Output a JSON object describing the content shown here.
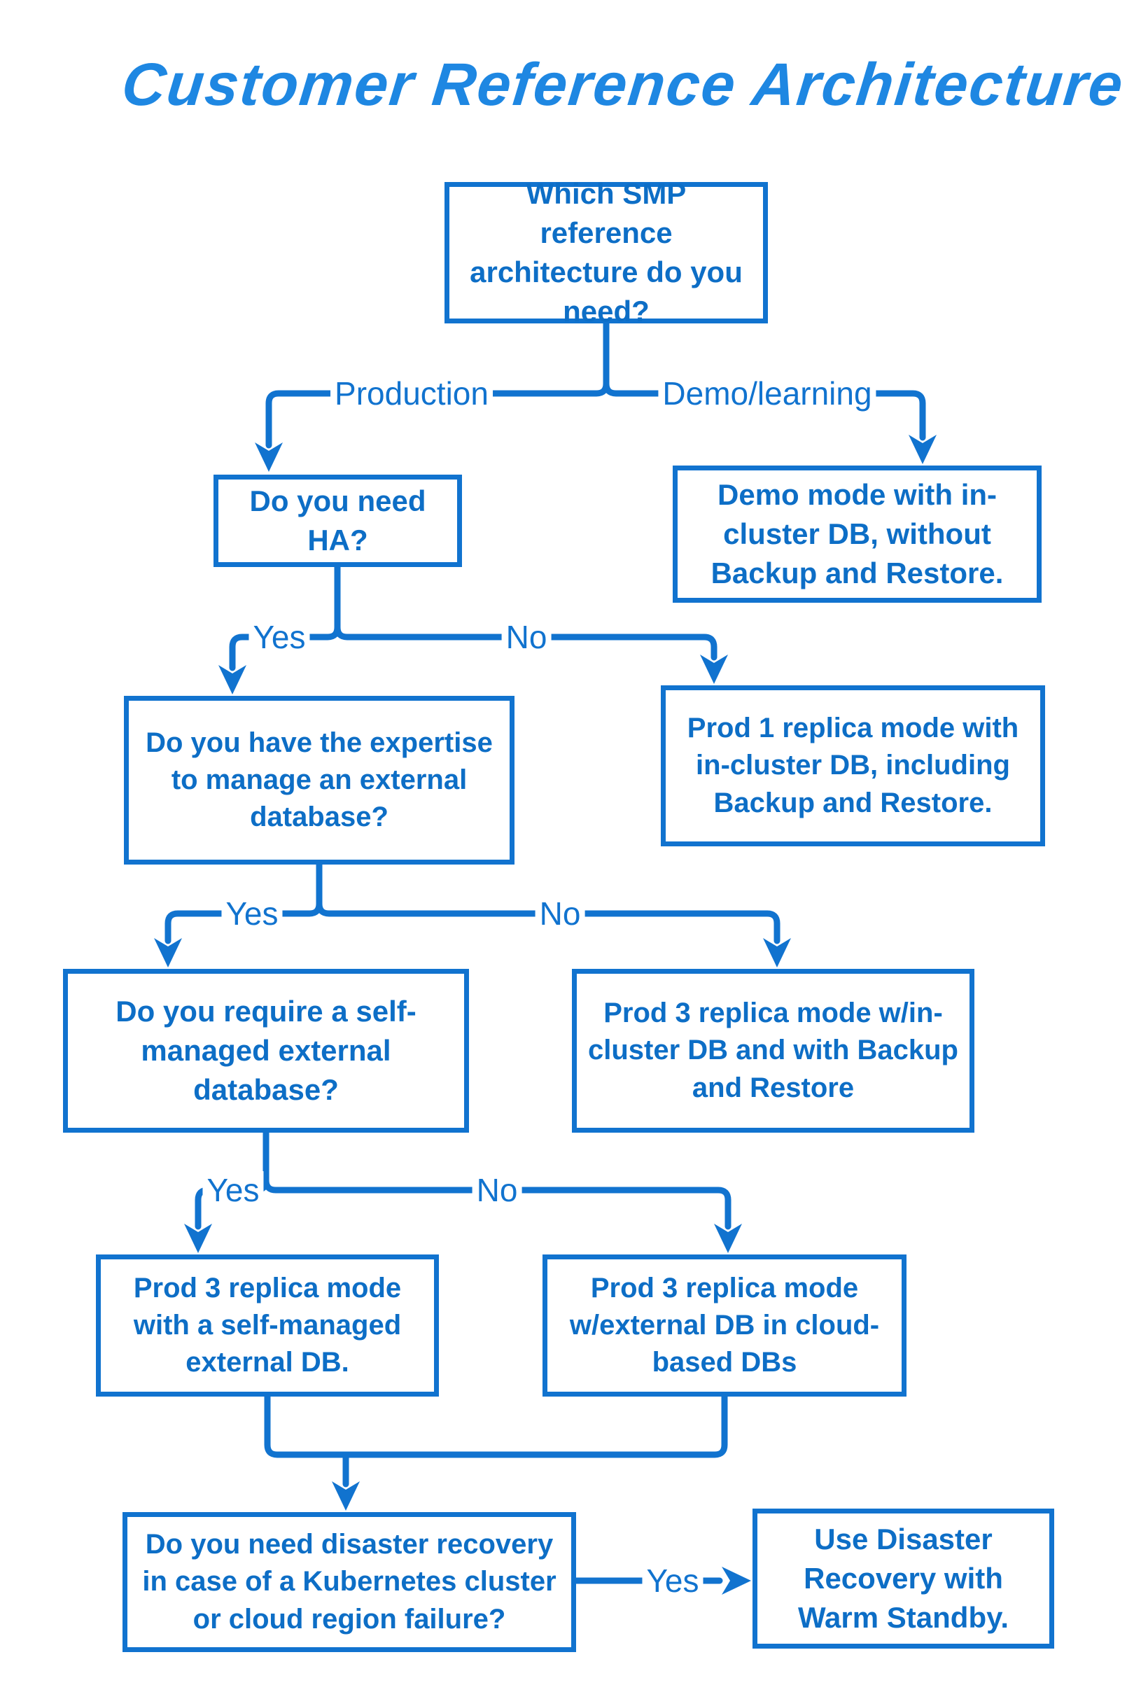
{
  "title": "Customer Reference Architecture",
  "colors": {
    "diagram_blue": "#1173cf",
    "text_blue": "#0d6ec6",
    "title_blue": "#1e87e2",
    "background": "#ffffff"
  },
  "nodes": {
    "root": {
      "text": "Which SMP reference architecture do you need?"
    },
    "need_ha": {
      "text": "Do you need HA?"
    },
    "demo_mode": {
      "text": "Demo mode with in-cluster DB, without Backup and Restore."
    },
    "expertise": {
      "text": "Do you have the expertise to manage an external database?"
    },
    "prod1": {
      "text": "Prod 1 replica mode with in-cluster DB, including Backup and Restore."
    },
    "self_managed_q": {
      "text": "Do you require a self-managed external database?"
    },
    "prod3_incluster": {
      "text": "Prod 3 replica mode w/in-cluster DB and with Backup and Restore"
    },
    "prod3_selfmanaged": {
      "text": "Prod 3 replica mode with a self-managed external DB."
    },
    "prod3_cloud": {
      "text": "Prod 3 replica mode w/external DB in cloud-based DBs"
    },
    "disaster_q": {
      "text": "Do you need disaster recovery in case of a Kubernetes cluster or cloud region failure?"
    },
    "warm_standby": {
      "text": "Use Disaster Recovery with Warm Standby."
    }
  },
  "labels": {
    "production": "Production",
    "demo_learning": "Demo/learning",
    "ha_yes": "Yes",
    "ha_no": "No",
    "expertise_yes": "Yes",
    "expertise_no": "No",
    "self_managed_yes": "Yes",
    "self_managed_no": "No",
    "dr_yes": "Yes"
  },
  "edges": [
    {
      "from": "root",
      "to": "need_ha",
      "label": "Production"
    },
    {
      "from": "root",
      "to": "demo_mode",
      "label": "Demo/learning"
    },
    {
      "from": "need_ha",
      "to": "expertise",
      "label": "Yes"
    },
    {
      "from": "need_ha",
      "to": "prod1",
      "label": "No"
    },
    {
      "from": "expertise",
      "to": "self_managed_q",
      "label": "Yes"
    },
    {
      "from": "expertise",
      "to": "prod3_incluster",
      "label": "No"
    },
    {
      "from": "self_managed_q",
      "to": "prod3_selfmanaged",
      "label": "Yes"
    },
    {
      "from": "self_managed_q",
      "to": "prod3_cloud",
      "label": "No"
    },
    {
      "from": "prod3_selfmanaged",
      "to": "disaster_q",
      "label": ""
    },
    {
      "from": "prod3_cloud",
      "to": "disaster_q",
      "label": ""
    },
    {
      "from": "disaster_q",
      "to": "warm_standby",
      "label": "Yes"
    }
  ]
}
